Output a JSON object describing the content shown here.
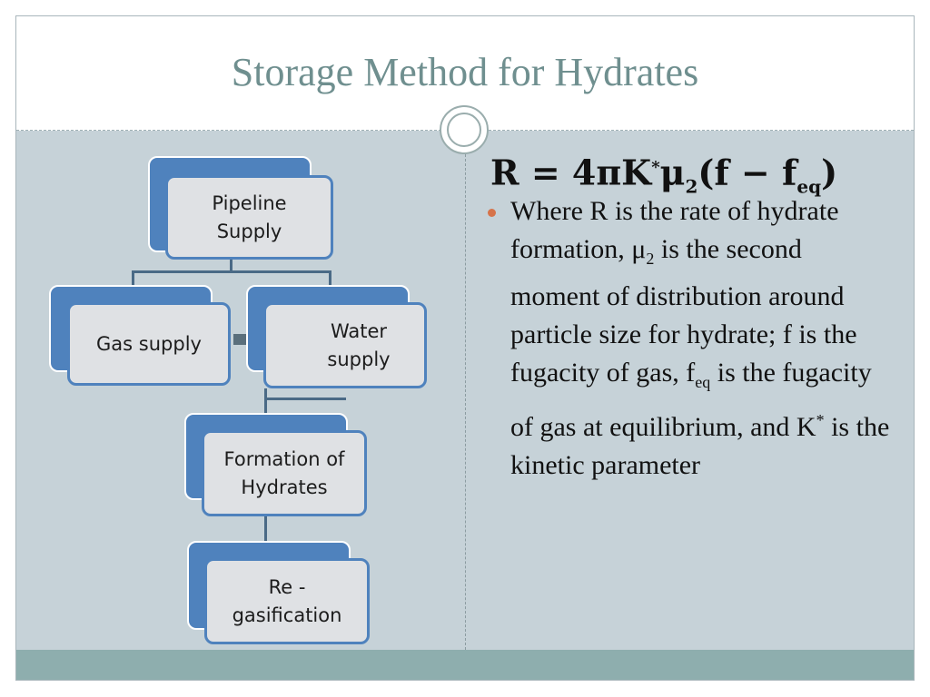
{
  "slide": {
    "title": "Storage Method for Hydrates"
  },
  "flowchart": {
    "nodes": [
      {
        "id": "pipeline",
        "label": "Pipeline Supply"
      },
      {
        "id": "gas",
        "label": "Gas supply"
      },
      {
        "id": "water",
        "label": "Water supply"
      },
      {
        "id": "formation",
        "label": "Formation of Hydrates"
      },
      {
        "id": "regas",
        "label": "Re - gasification"
      }
    ]
  },
  "formula": {
    "lhs": "R",
    "eq": "=",
    "coef": "4πK",
    "star": "*",
    "mu": "μ",
    "mu_sub": "2",
    "open": "(f −",
    "feq_base": "f",
    "feq_sub": "eq",
    "close": ")"
  },
  "bullet": {
    "part1": "Where R is the rate of hydrate formation, μ",
    "sub1": "2",
    "part2": " is the second moment of distribution around particle size for hydrate; f is the fugacity of gas, f",
    "sub2": "eq",
    "part3": " is the fugacity of gas at equilibrium, and K",
    "sup1": "*",
    "part4": " is the kinetic parameter"
  },
  "colors": {
    "title": "#6f8f8f",
    "box_border": "#4f82bd",
    "box_fill": "#dfe1e4",
    "background": "#c6d2d8",
    "footer": "#8eaeae",
    "bullet": "#d6734a"
  }
}
